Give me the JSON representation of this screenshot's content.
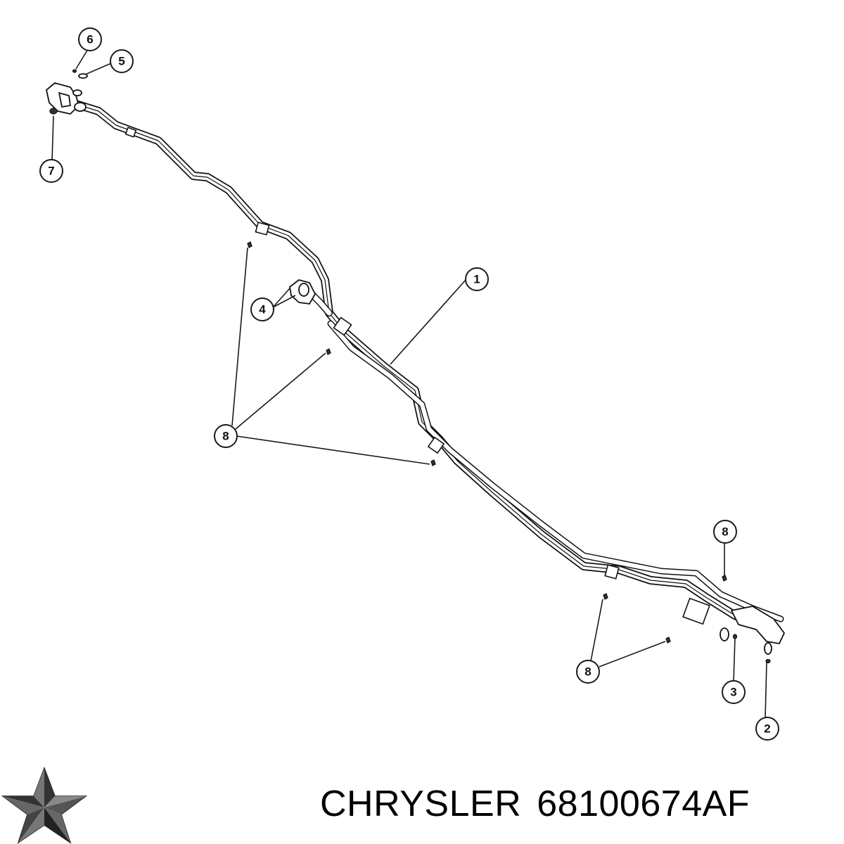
{
  "caption": {
    "brand": "CHRYSLER",
    "part_number": "68100674AF"
  },
  "logo": {
    "icon": "chrysler-pentastar-icon"
  },
  "callouts": [
    {
      "id": "callout-1",
      "label": "1"
    },
    {
      "id": "callout-2",
      "label": "2"
    },
    {
      "id": "callout-3",
      "label": "3"
    },
    {
      "id": "callout-4",
      "label": "4"
    },
    {
      "id": "callout-5",
      "label": "5"
    },
    {
      "id": "callout-6",
      "label": "6"
    },
    {
      "id": "callout-7",
      "label": "7"
    },
    {
      "id": "callout-8a",
      "label": "8"
    },
    {
      "id": "callout-8b",
      "label": "8"
    },
    {
      "id": "callout-8c",
      "label": "8"
    }
  ],
  "colors": {
    "line": "#111111",
    "background": "#ffffff"
  }
}
